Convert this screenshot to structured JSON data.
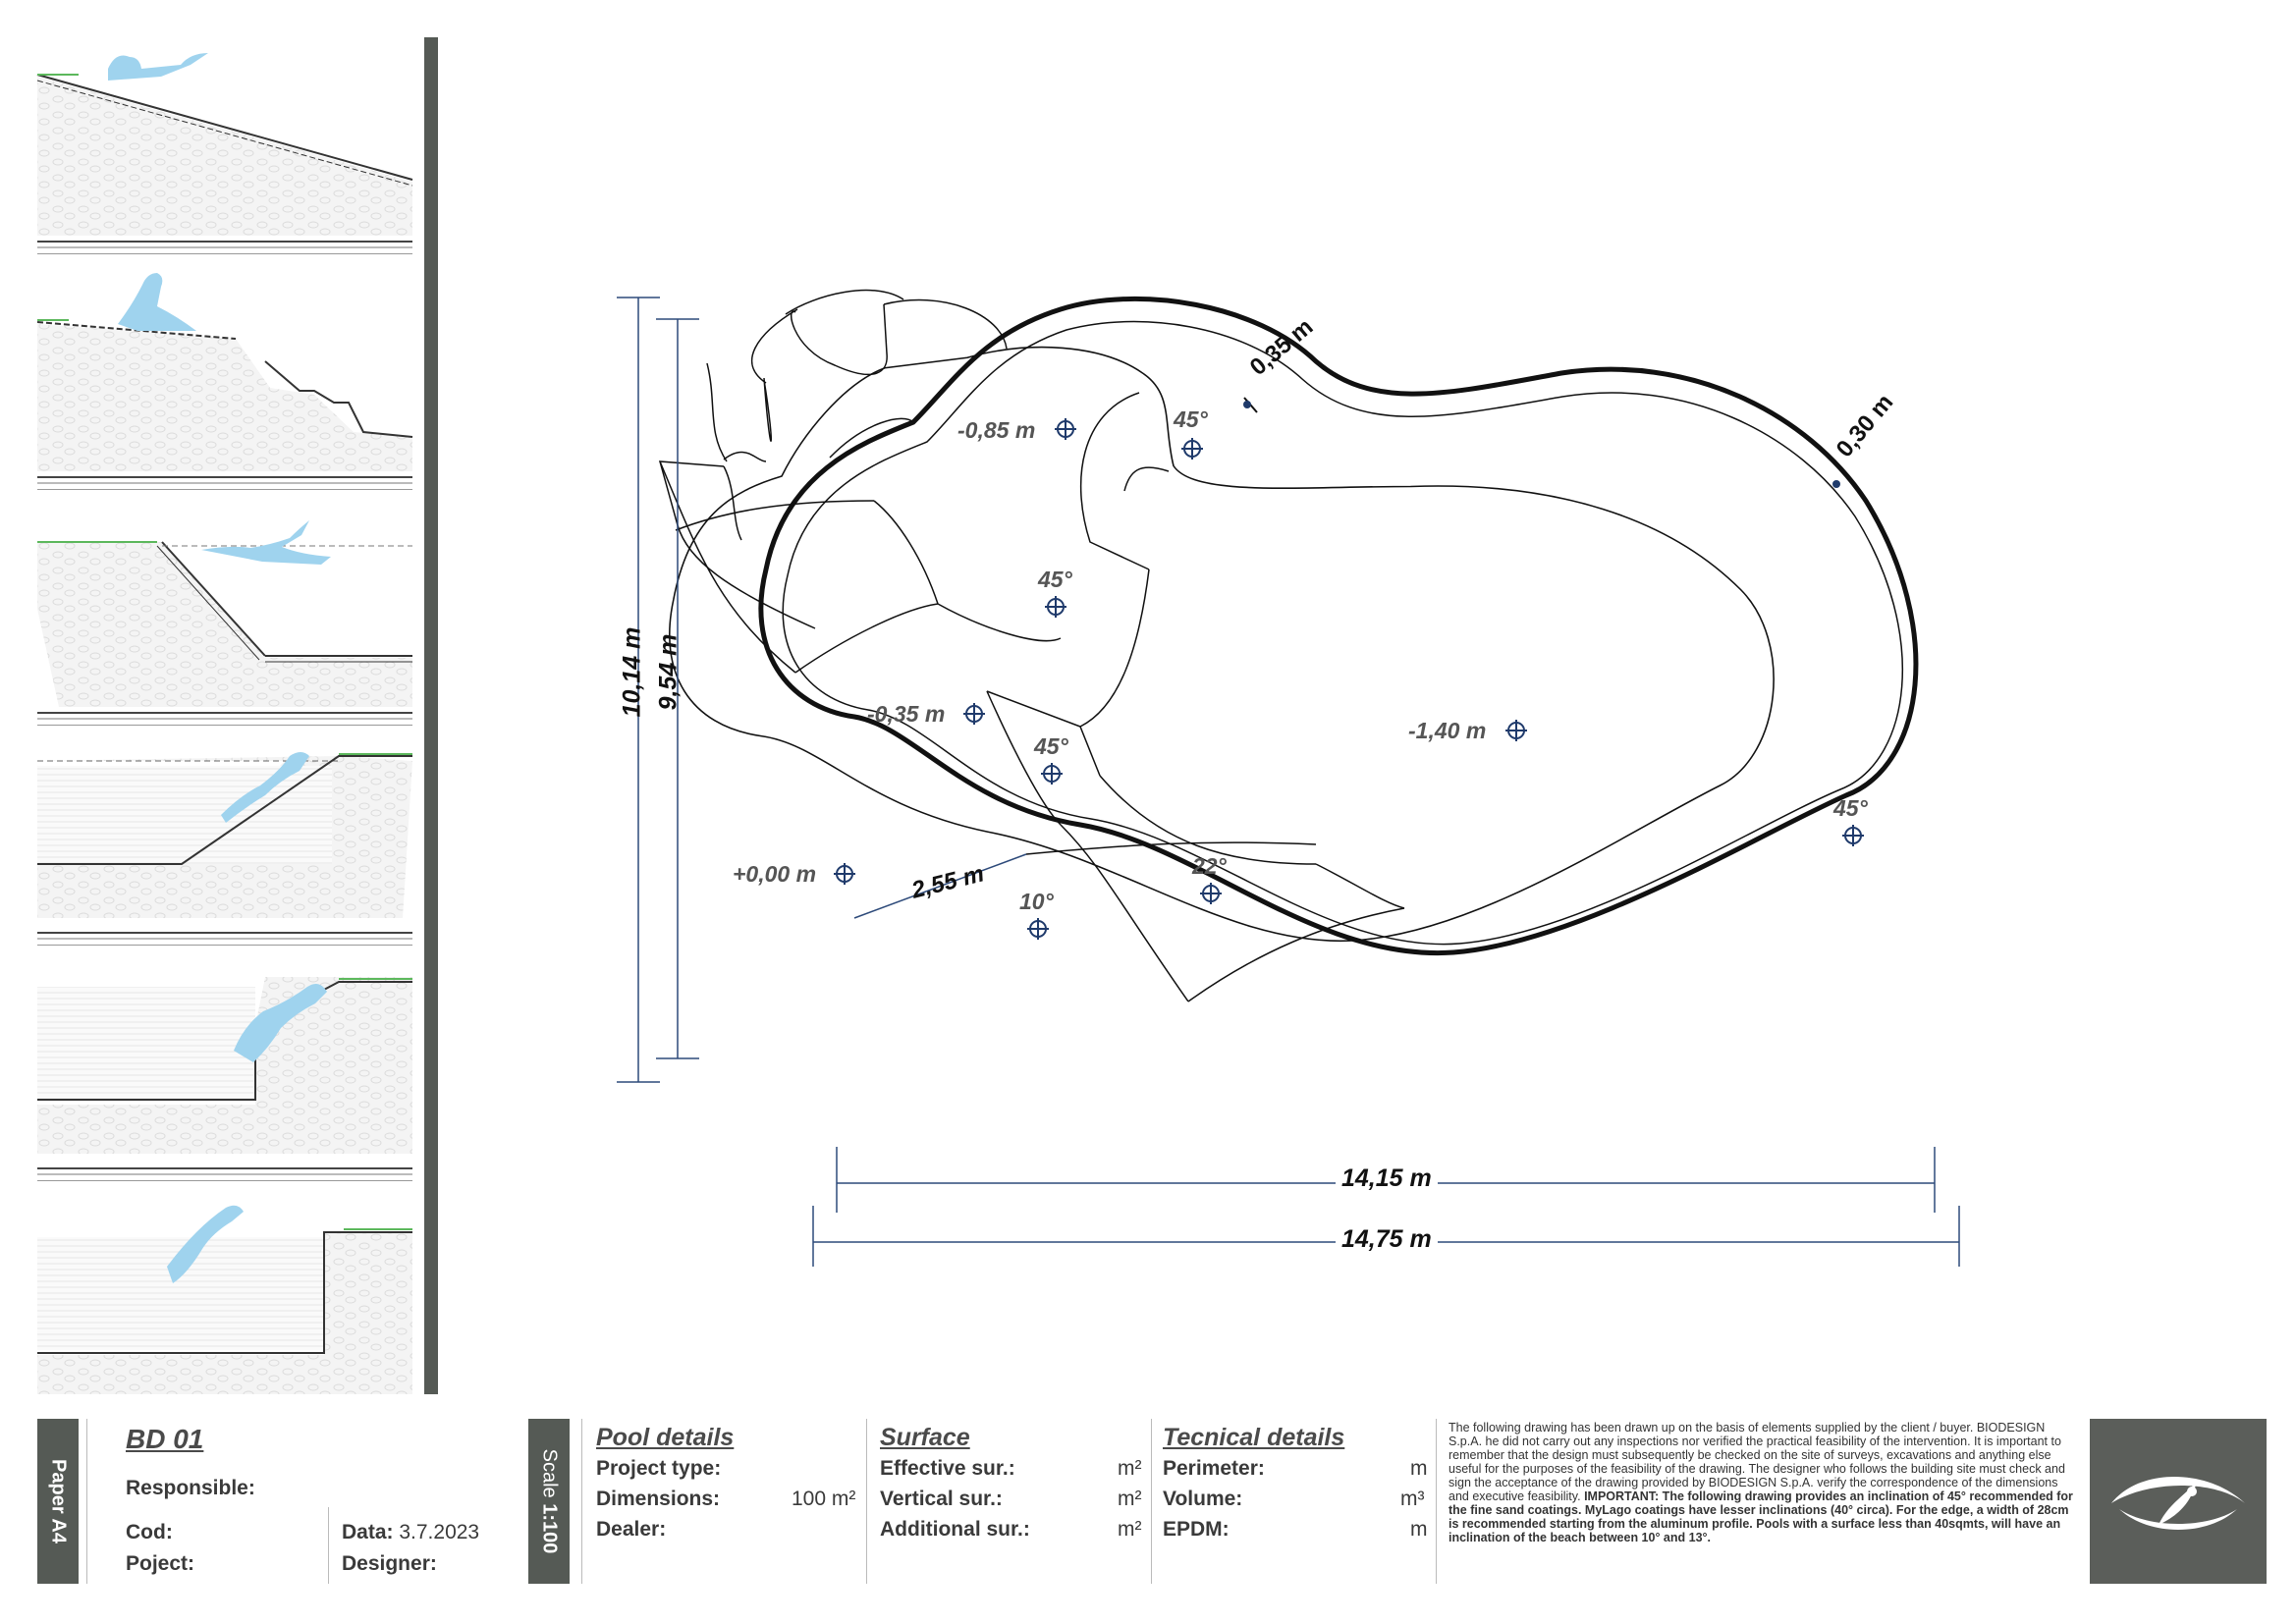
{
  "diagram": {
    "dimensions": {
      "height_outer": "10,14 m",
      "height_inner": "9,54 m",
      "width_inner": "14,15 m",
      "width_outer": "14,75 m",
      "beach_length": "2,55 m",
      "edge_left": "0,35 m",
      "edge_right": "0,30 m"
    },
    "points": [
      {
        "id": "depth-0.85",
        "label": "-0,85 m"
      },
      {
        "id": "slope-45-top",
        "label": "45°"
      },
      {
        "id": "slope-45-left",
        "label": "45°"
      },
      {
        "id": "depth-0.35",
        "label": "-0,35 m"
      },
      {
        "id": "slope-45-mid",
        "label": "45°"
      },
      {
        "id": "depth-1.40",
        "label": "-1,40 m"
      },
      {
        "id": "slope-45-right",
        "label": "45°"
      },
      {
        "id": "level-0.00",
        "label": "+0,00 m"
      },
      {
        "id": "slope-22",
        "label": "22°"
      },
      {
        "id": "slope-10",
        "label": "10°"
      }
    ]
  },
  "title_block": {
    "paper": "Paper A4",
    "code": "BD 01",
    "responsible_label": "Responsible:",
    "cod_label": "Cod:",
    "project_label": "Poject:",
    "date_label": "Data:",
    "date_value": "3.7.2023",
    "designer_label": "Designer:",
    "scale_label": "Scale",
    "scale_value": "1:100",
    "pool_details": {
      "title": "Pool details",
      "project_type_label": "Project type:",
      "dimensions_label": "Dimensions:",
      "dimensions_value": "100 m²",
      "dealer_label": "Dealer:"
    },
    "surface": {
      "title": "Surface",
      "effective_label": "Effective sur.:",
      "effective_unit": "m²",
      "vertical_label": "Vertical sur.:",
      "vertical_unit": "m²",
      "additional_label": "Additional sur.:",
      "additional_unit": "m²"
    },
    "technical": {
      "title": "Tecnical details",
      "perimeter_label": "Perimeter:",
      "perimeter_unit": "m",
      "volume_label": "Volume:",
      "volume_unit": "m³",
      "epdm_label": "EPDM:",
      "epdm_unit": "m"
    },
    "notes": {
      "normal": "The following drawing has been drawn up on the basis of elements supplied by the client / buyer. BIODESIGN S.p.A. he did not carry out any inspections nor verified the practical feasibility of the intervention. It is important to remember that the design must subsequently be checked on the site of surveys, excavations and anything else useful for the purposes of the feasibility of the drawing. The designer who follows the building site must check and sign the acceptance of the drawing provided by BIODESIGN S.p.A. verify the correspondence of the dimensions and executive feasibility.",
      "bold": "IMPORTANT: The following drawing provides an inclination of 45° recommended for the fine sand coatings. MyLago coatings have lesser inclinations (40° circa). For the edge, a width of 28cm is recommended starting from the aluminum profile. Pools with a surface less than 40sqmts, will have an inclination of the beach between 10° and 13°."
    }
  }
}
